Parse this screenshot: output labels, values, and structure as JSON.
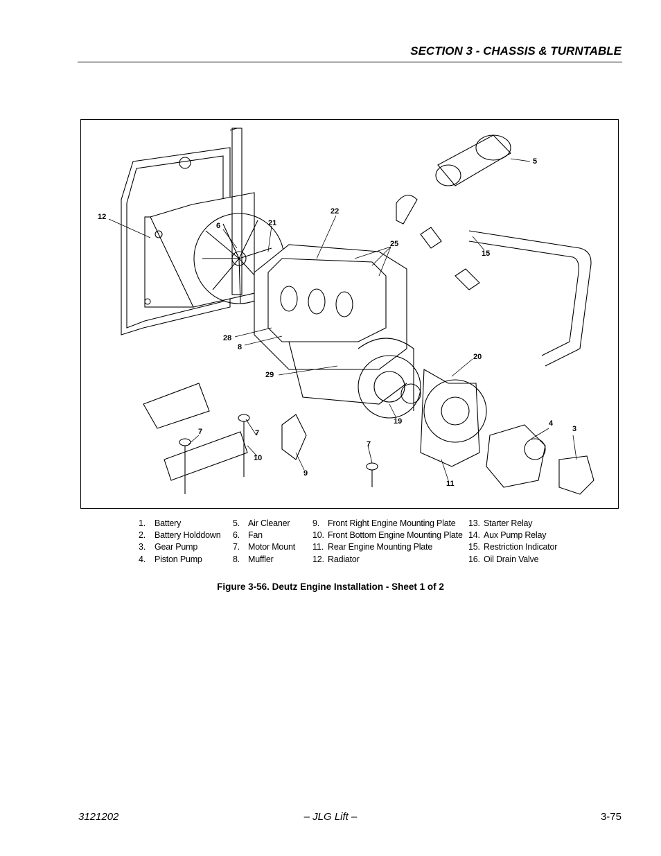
{
  "header": {
    "section_title": "SECTION 3 - CHASSIS & TURNTABLE"
  },
  "figure": {
    "callouts": [
      "5",
      "12",
      "22",
      "21",
      "6",
      "25",
      "15",
      "28",
      "8",
      "20",
      "29",
      "4",
      "3",
      "7",
      "7",
      "10",
      "19",
      "7",
      "9",
      "11"
    ]
  },
  "legend": {
    "columns": [
      [
        {
          "num": "1.",
          "label": "Battery"
        },
        {
          "num": "2.",
          "label": "Battery Holddown"
        },
        {
          "num": "3.",
          "label": "Gear Pump"
        },
        {
          "num": "4.",
          "label": "Piston Pump"
        }
      ],
      [
        {
          "num": "5.",
          "label": "Air Cleaner"
        },
        {
          "num": "6.",
          "label": "Fan"
        },
        {
          "num": "7.",
          "label": "Motor Mount"
        },
        {
          "num": "8.",
          "label": "Muffler"
        }
      ],
      [
        {
          "num": "9.",
          "label": "Front Right Engine Mounting Plate"
        },
        {
          "num": "10.",
          "label": "Front Bottom Engine Mounting Plate"
        },
        {
          "num": "11.",
          "label": "Rear Engine Mounting Plate"
        },
        {
          "num": "12.",
          "label": "Radiator"
        }
      ],
      [
        {
          "num": "13.",
          "label": "Starter Relay"
        },
        {
          "num": "14.",
          "label": "Aux Pump Relay"
        },
        {
          "num": "15.",
          "label": "Restriction Indicator"
        },
        {
          "num": "16.",
          "label": "Oil Drain Valve"
        }
      ]
    ]
  },
  "caption": "Figure 3-56.  Deutz Engine Installation - Sheet 1 of 2",
  "footer": {
    "doc_number": "3121202",
    "publisher": "– JLG Lift –",
    "page_number": "3-75"
  }
}
